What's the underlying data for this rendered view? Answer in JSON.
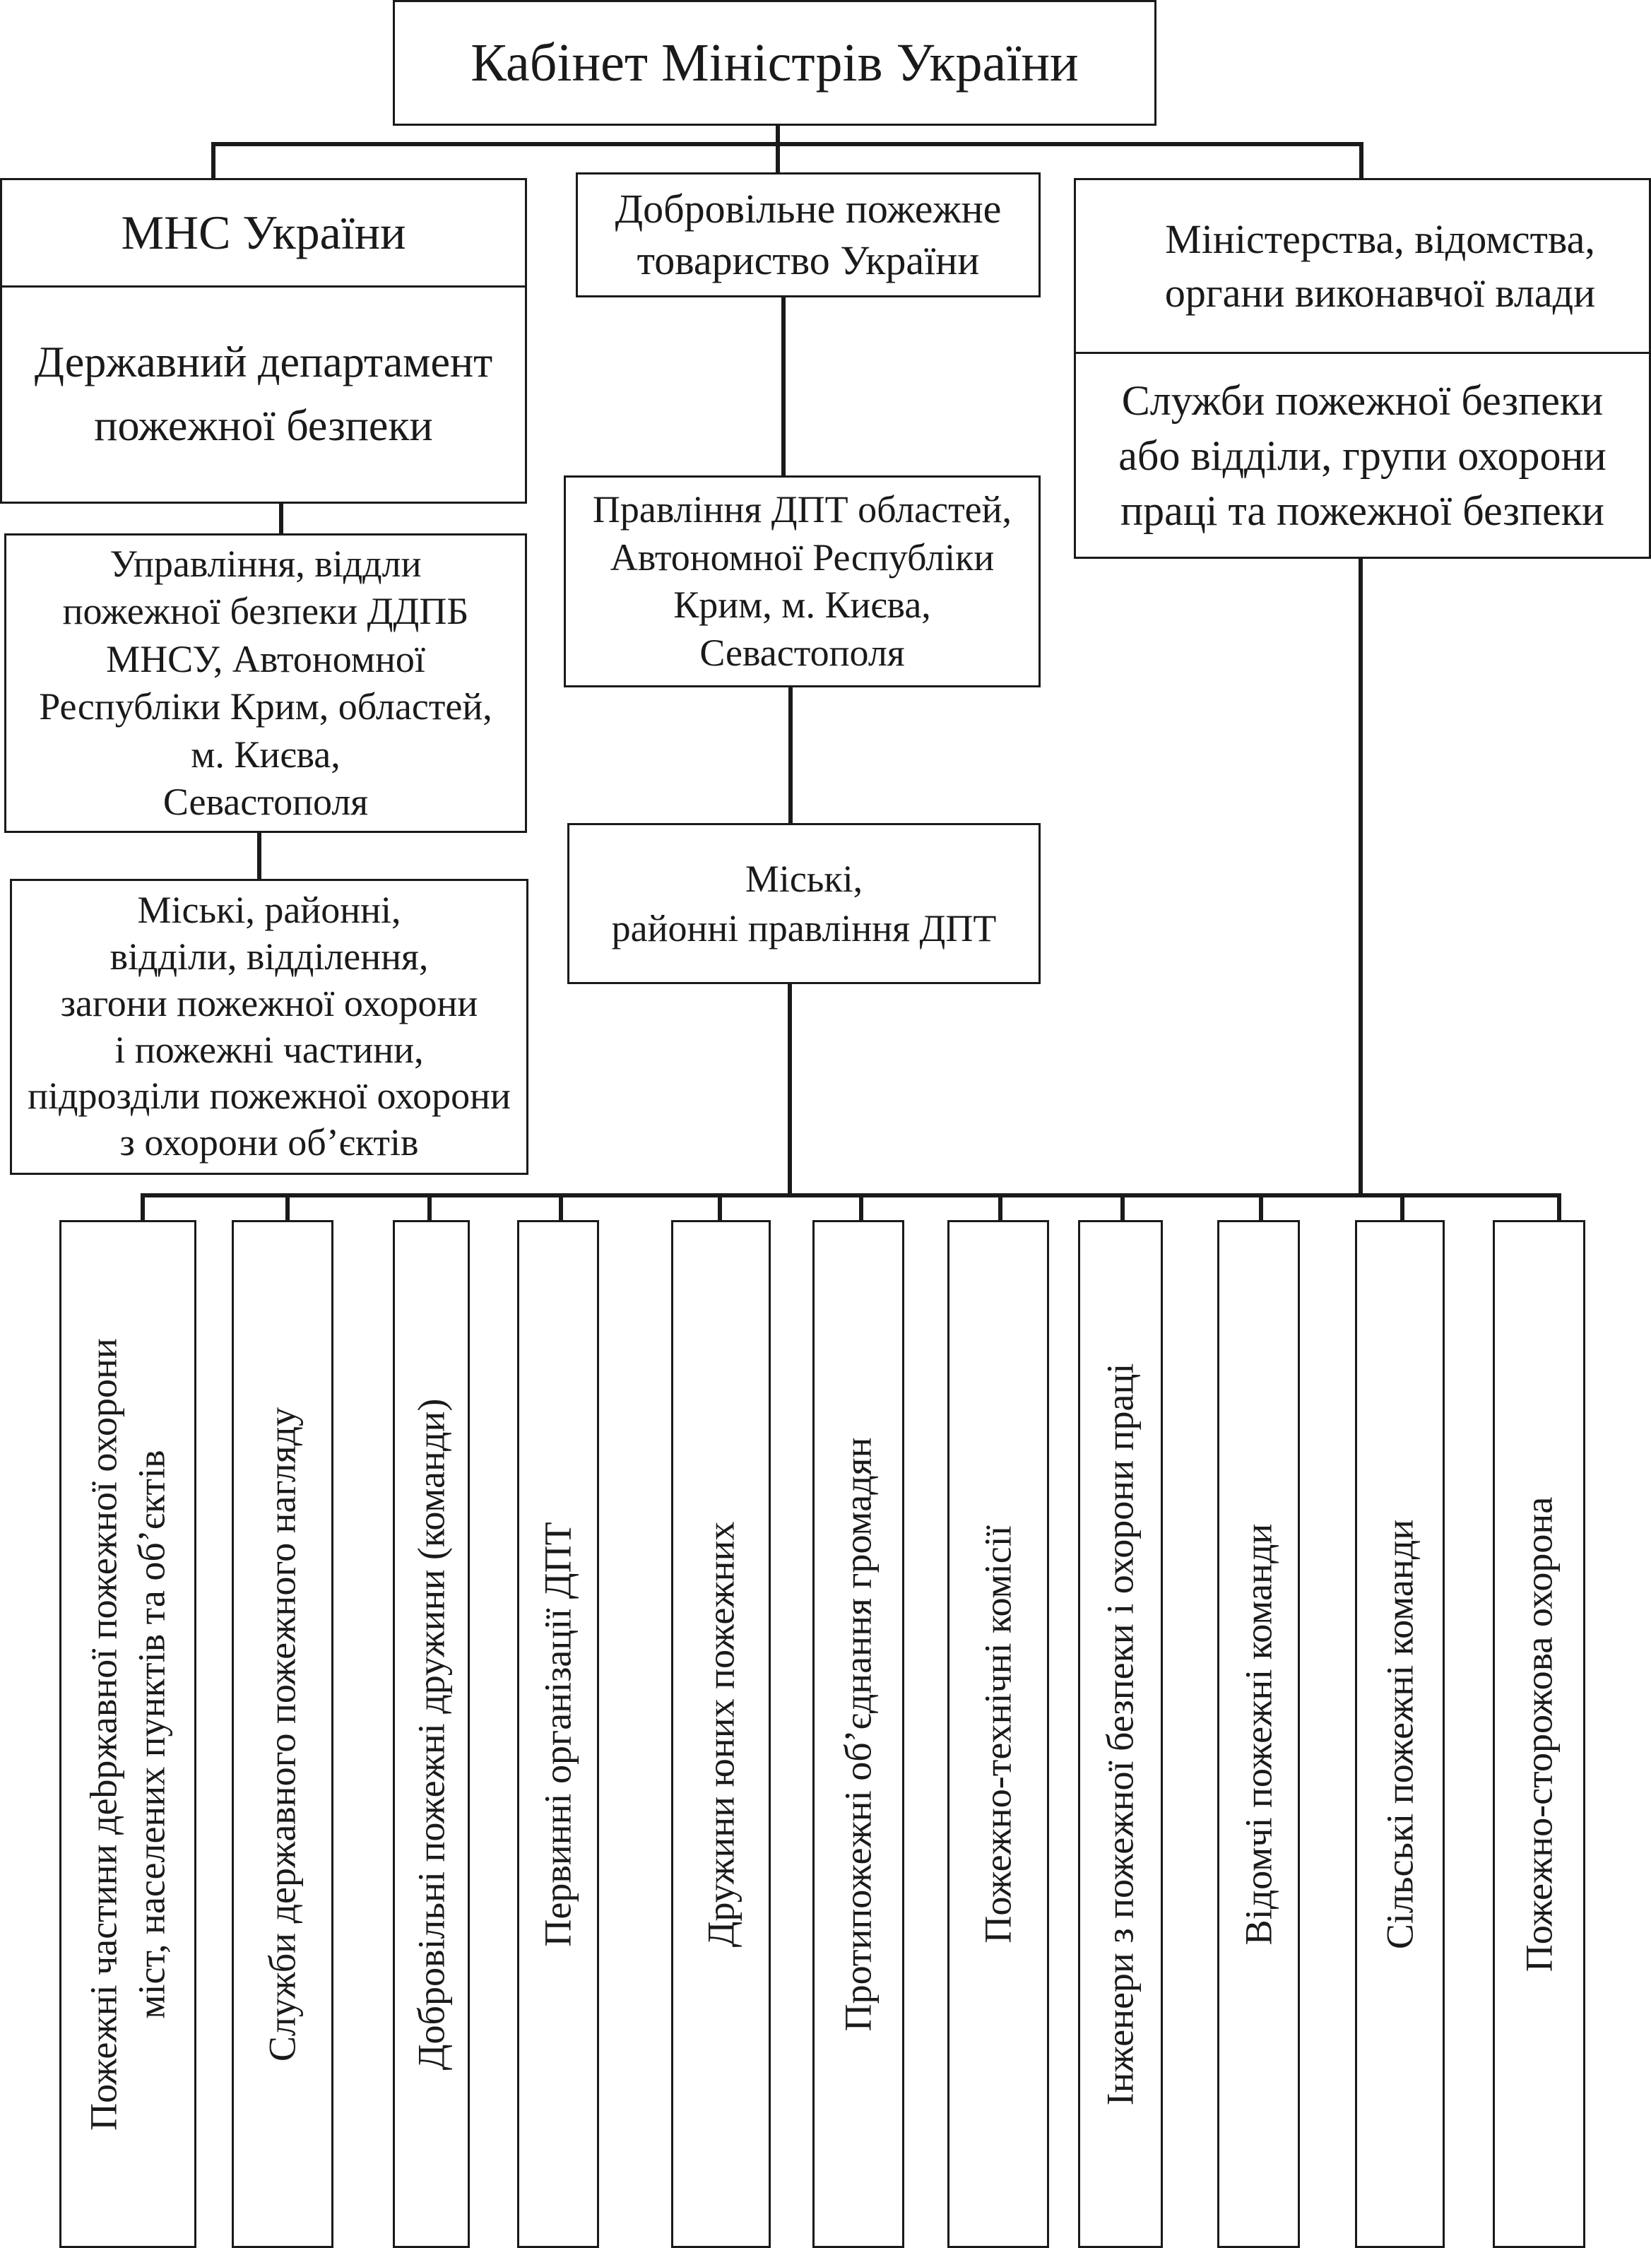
{
  "diagram": {
    "root": {
      "label": "Кабінет Міністрів України"
    },
    "mns": {
      "title": "МНС України",
      "department": [
        "Державний департамент",
        "пожежної безпеки"
      ],
      "regional": [
        "Управління, віддли",
        "пожежної безпеки ДДПБ",
        "МНСУ, Автономної",
        "Республіки Крим, областей,",
        "м. Києва,",
        "Севастополя"
      ],
      "local": [
        "Міські, районні,",
        "відділи, відділення,",
        "загони пожежної охорони",
        "і пожежні частини,",
        "підрозділи пожежної охорони",
        "з охорони об’єктів"
      ]
    },
    "dpt": {
      "title": [
        "Добровільне пожежне",
        "товариство України"
      ],
      "regional": [
        "Правління ДПТ областей,",
        "Автономної Республіки",
        "Крим, м. Києва,",
        "Севастополя"
      ],
      "local": [
        "Міські,",
        "районні правління ДПТ"
      ]
    },
    "ministries": {
      "title": [
        "Міністерства, відомства,",
        "органи виконавчої влади"
      ],
      "services": [
        "Служби пожежної безпеки",
        "або відділи, групи охорони",
        "праці та пожежної безпеки"
      ]
    },
    "bottom_units": [
      {
        "lines": [
          "Пожежні частини деbржавної пожежної охорони",
          "міст,  населених пунктів та об’єктів"
        ]
      },
      {
        "lines": [
          "Служби державного пожежного нагляду"
        ]
      },
      {
        "lines": [
          "Добровільні пожежні дружини (команди)"
        ]
      },
      {
        "lines": [
          "Первинні організації ДПТ"
        ]
      },
      {
        "lines": [
          "Дружини юних пожежних"
        ]
      },
      {
        "lines": [
          "Протипожежні об’єднання громадян"
        ]
      },
      {
        "lines": [
          "Пожежно-технічні комісії"
        ]
      },
      {
        "lines": [
          "Інженери з пожежної безпеки і охорони праці"
        ]
      },
      {
        "lines": [
          "Відомчі пожежні команди"
        ]
      },
      {
        "lines": [
          "Сільські пожежні команди"
        ]
      },
      {
        "lines": [
          "Пожежно-сторожова охорона"
        ]
      }
    ]
  }
}
